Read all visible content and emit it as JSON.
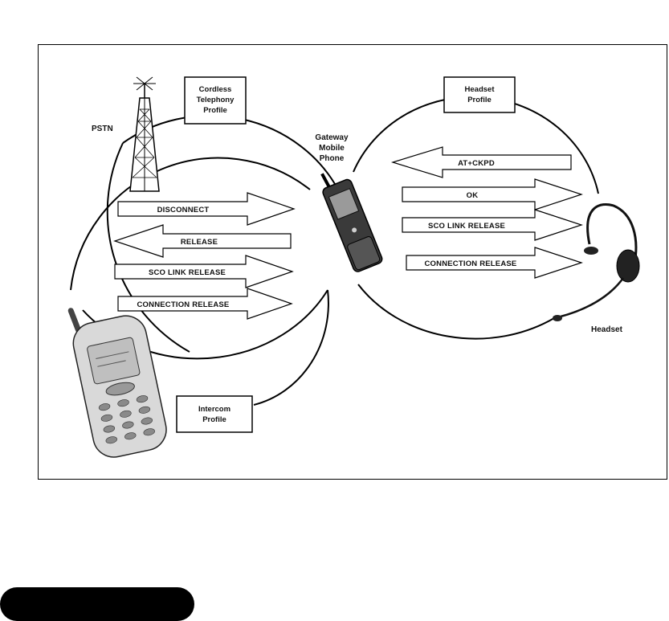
{
  "labels": {
    "pstn": "PSTN",
    "gateway": [
      "Gateway",
      "Mobile",
      "Phone"
    ],
    "headset": "Headset"
  },
  "profiles": {
    "cordless": [
      "Cordless",
      "Telephony",
      "Profile"
    ],
    "headset": [
      "Headset",
      "Profile"
    ],
    "intercom": [
      "Intercom",
      "Profile"
    ]
  },
  "left_arrows": [
    "DISCONNECT",
    "RELEASE",
    "SCO LINK RELEASE",
    "CONNECTION RELEASE"
  ],
  "right_arrows": [
    "AT+CKPD",
    "OK",
    "SCO LINK RELEASE",
    "CONNECTION RELEASE"
  ],
  "colors": {
    "line": "#000000",
    "fill": "#ffffff",
    "footer_pill": "#000000"
  }
}
